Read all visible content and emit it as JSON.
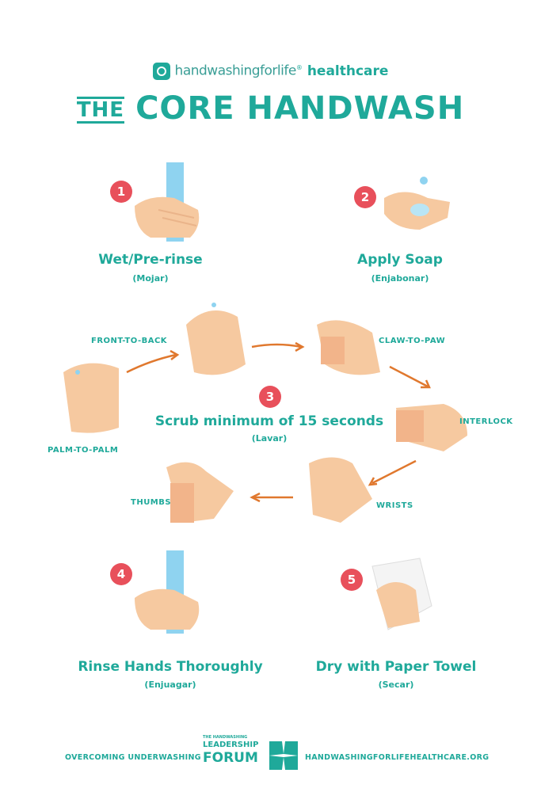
{
  "header": {
    "brand_light": "handwashingforlife",
    "brand_reg": "®",
    "brand_bold": "healthcare",
    "title_prefix": "THE",
    "title_main": "CORE HANDWASH"
  },
  "steps": [
    {
      "number": "1",
      "label": "Wet/Pre-rinse",
      "sub": "(Mojar)"
    },
    {
      "number": "2",
      "label": "Apply Soap",
      "sub": "(Enjabonar)"
    },
    {
      "number": "3",
      "label": "Scrub minimum of 15 seconds",
      "sub": "(Lavar)"
    },
    {
      "number": "4",
      "label": "Rinse Hands Thoroughly",
      "sub": "(Enjuagar)"
    },
    {
      "number": "5",
      "label": "Dry with Paper Towel",
      "sub": "(Secar)"
    }
  ],
  "scrub_steps": {
    "palm": "PALM-TO-PALM",
    "front": "FRONT-TO-BACK",
    "claw": "CLAW-TO-PAW",
    "interlock": "INTERLOCK",
    "wrists": "WRISTS",
    "thumbs": "THUMBS"
  },
  "footer": {
    "left": "OVERCOMING UNDERWASHING",
    "logo_small": "THE HANDWASHING",
    "logo_mid": "LEADERSHIP",
    "logo_big": "FORUM",
    "right": "HANDWASHINGFORLIFEHEALTHCARE.ORG"
  },
  "colors": {
    "teal": "#1fa99a",
    "red": "#e8505b",
    "skin": "#f6c9a0",
    "water": "#8fd3f0",
    "arrow": "#e0782e"
  }
}
